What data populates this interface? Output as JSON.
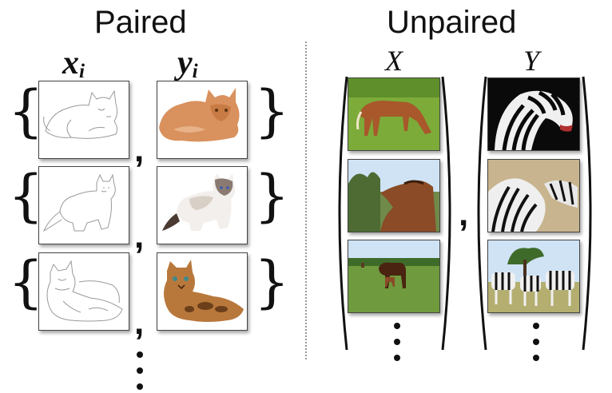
{
  "titles": {
    "paired": "Paired",
    "unpaired": "Unpaired"
  },
  "paired": {
    "col_x": {
      "symbol": "x",
      "sub": "i"
    },
    "col_y": {
      "symbol": "y",
      "sub": "i"
    },
    "rows": [
      {
        "sketch": "cat lying sketch",
        "photo": "orange persian cat"
      },
      {
        "sketch": "cat sitting sketch",
        "photo": "white ragdoll cat"
      },
      {
        "sketch": "cat reclining sketch",
        "photo": "bengal cat"
      }
    ],
    "separator": ","
  },
  "unpaired": {
    "set_x": "X",
    "set_y": "Y",
    "horses": [
      "horse grazing",
      "horse head",
      "horses in field"
    ],
    "zebras": [
      "zebra close-up",
      "zebras lying",
      "zebra herd"
    ],
    "separator": ","
  },
  "colors": {
    "grass": "#7cab3a",
    "horse": "#a8582a",
    "cat_orange": "#d9915e",
    "sky": "#cfe3f5",
    "zebra_bg": "#0a0a0a",
    "sand": "#c8b48e"
  }
}
